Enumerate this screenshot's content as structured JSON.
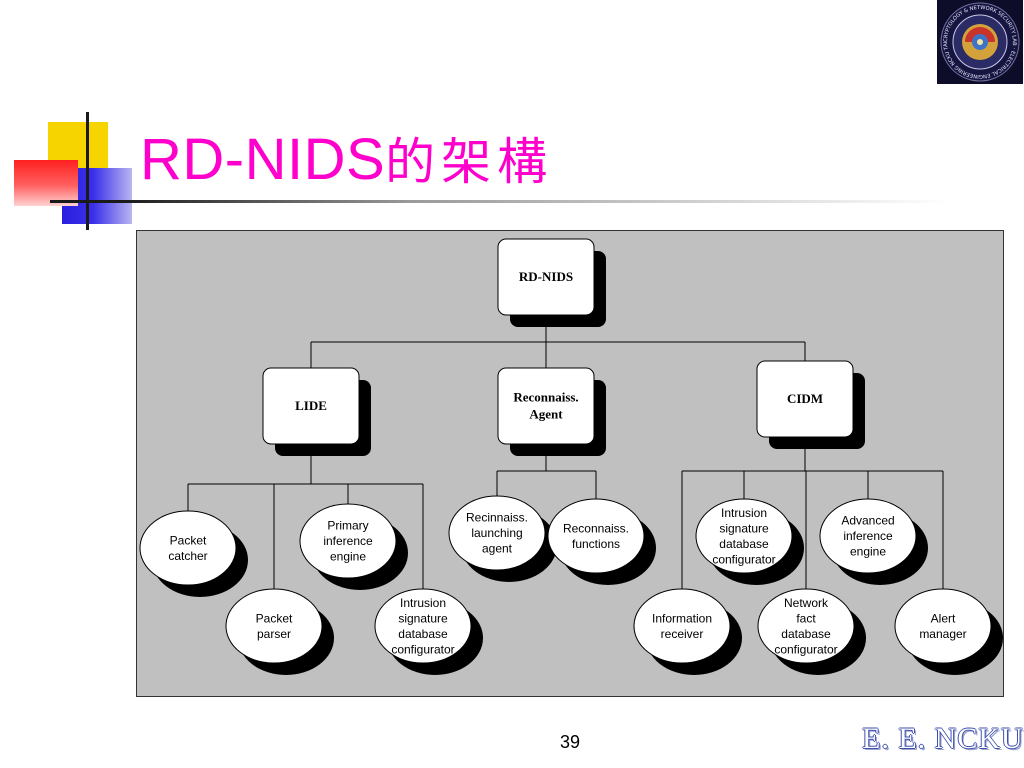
{
  "slide": {
    "title_latin": "RD-NIDS",
    "title_cjk": "的架構",
    "page_number": "39",
    "footer_brand": "E. E. NCKU"
  },
  "logo": {
    "ring_text": "CRYPTOLOGY & NETWORK SECURITY LAB · ELECTRICAL ENGINEERING NCKU TAIWAN"
  },
  "diagram": {
    "root": "RD-NIDS",
    "branches": [
      {
        "label": "LIDE",
        "children": [
          "Packet catcher",
          "Packet parser",
          "Primary inference engine",
          "Intrusion signature database configurator"
        ]
      },
      {
        "label": "Reconnaiss. Agent",
        "children": [
          "Recinnaiss. launching agent",
          "Reconnaiss. functions"
        ]
      },
      {
        "label": "CIDM",
        "children": [
          "Information receiver",
          "Intrusion signature database configurator",
          "Network fact database configurator",
          "Advanced inference engine",
          "Alert manager"
        ]
      }
    ]
  },
  "colors": {
    "title": "#ff00cc",
    "panel": "#c0c0c0",
    "shadow": "#000000",
    "node": "#ffffff"
  }
}
